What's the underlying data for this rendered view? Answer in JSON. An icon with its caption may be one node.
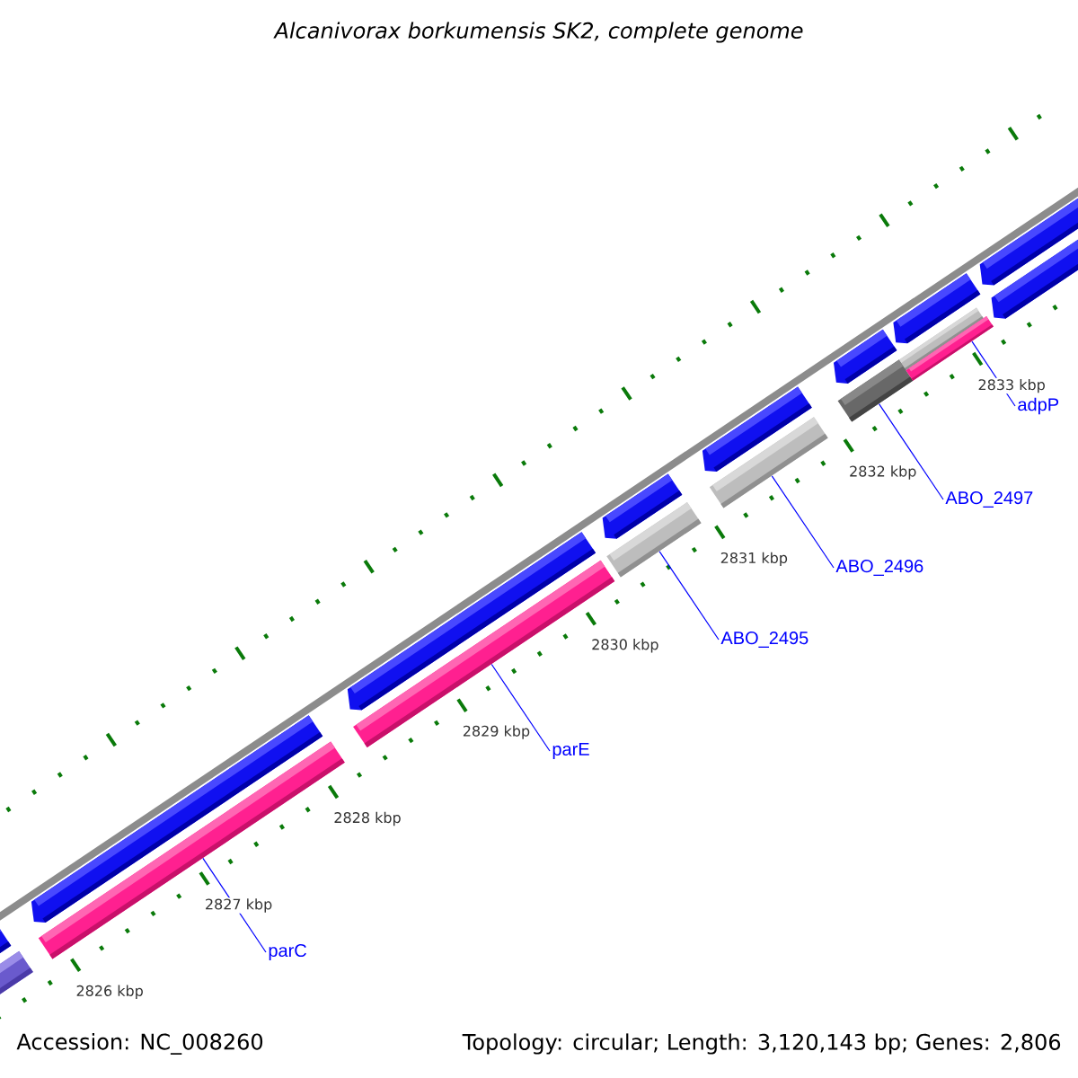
{
  "diagram": {
    "title": "Alcanivorax borkumensis SK2, complete genome",
    "nodes": [
      {
        "text": [],
        "shape": "bar"
      },
      {
        "text": [],
        "shape": "bar"
      },
      {
        "text": [],
        "shape": "bar"
      },
      {
        "text": [],
        "shape": "bar"
      },
      {
        "text": [],
        "shape": "bar"
      },
      {
        "text": [],
        "shape": "bar"
      },
      {
        "text": [
          "parC"
        ]
      },
      {
        "text": [
          "parE"
        ]
      },
      {
        "text": [
          "ABO_2495"
        ]
      },
      {
        "text": [
          "ABO_2496"
        ]
      },
      {
        "text": [
          "ABO_2497"
        ]
      },
      {
        "text": [
          "adpP"
        ]
      }
    ],
    "edges": [
      {
        "from": 6,
        "to": 0,
        "arrow": "none"
      },
      {
        "from": 7,
        "to": 1,
        "arrow": "none"
      },
      {
        "from": 8,
        "to": 2,
        "arrow": "none"
      },
      {
        "from": 9,
        "to": 3,
        "arrow": "none"
      },
      {
        "from": 10,
        "to": 4,
        "arrow": "none"
      },
      {
        "from": 11,
        "to": 5,
        "arrow": "none"
      }
    ],
    "labels": [
      "2833 kbp",
      "2832 kbp",
      "2831 kbp",
      "2830 kbp",
      "2829 kbp",
      "2828 kbp",
      "2827 kbp",
      "2826 kbp",
      "Accession: NC_008260",
      "Topology: circular; Length: 3,120,143 bp; Genes: 2,806"
    ]
  }
}
